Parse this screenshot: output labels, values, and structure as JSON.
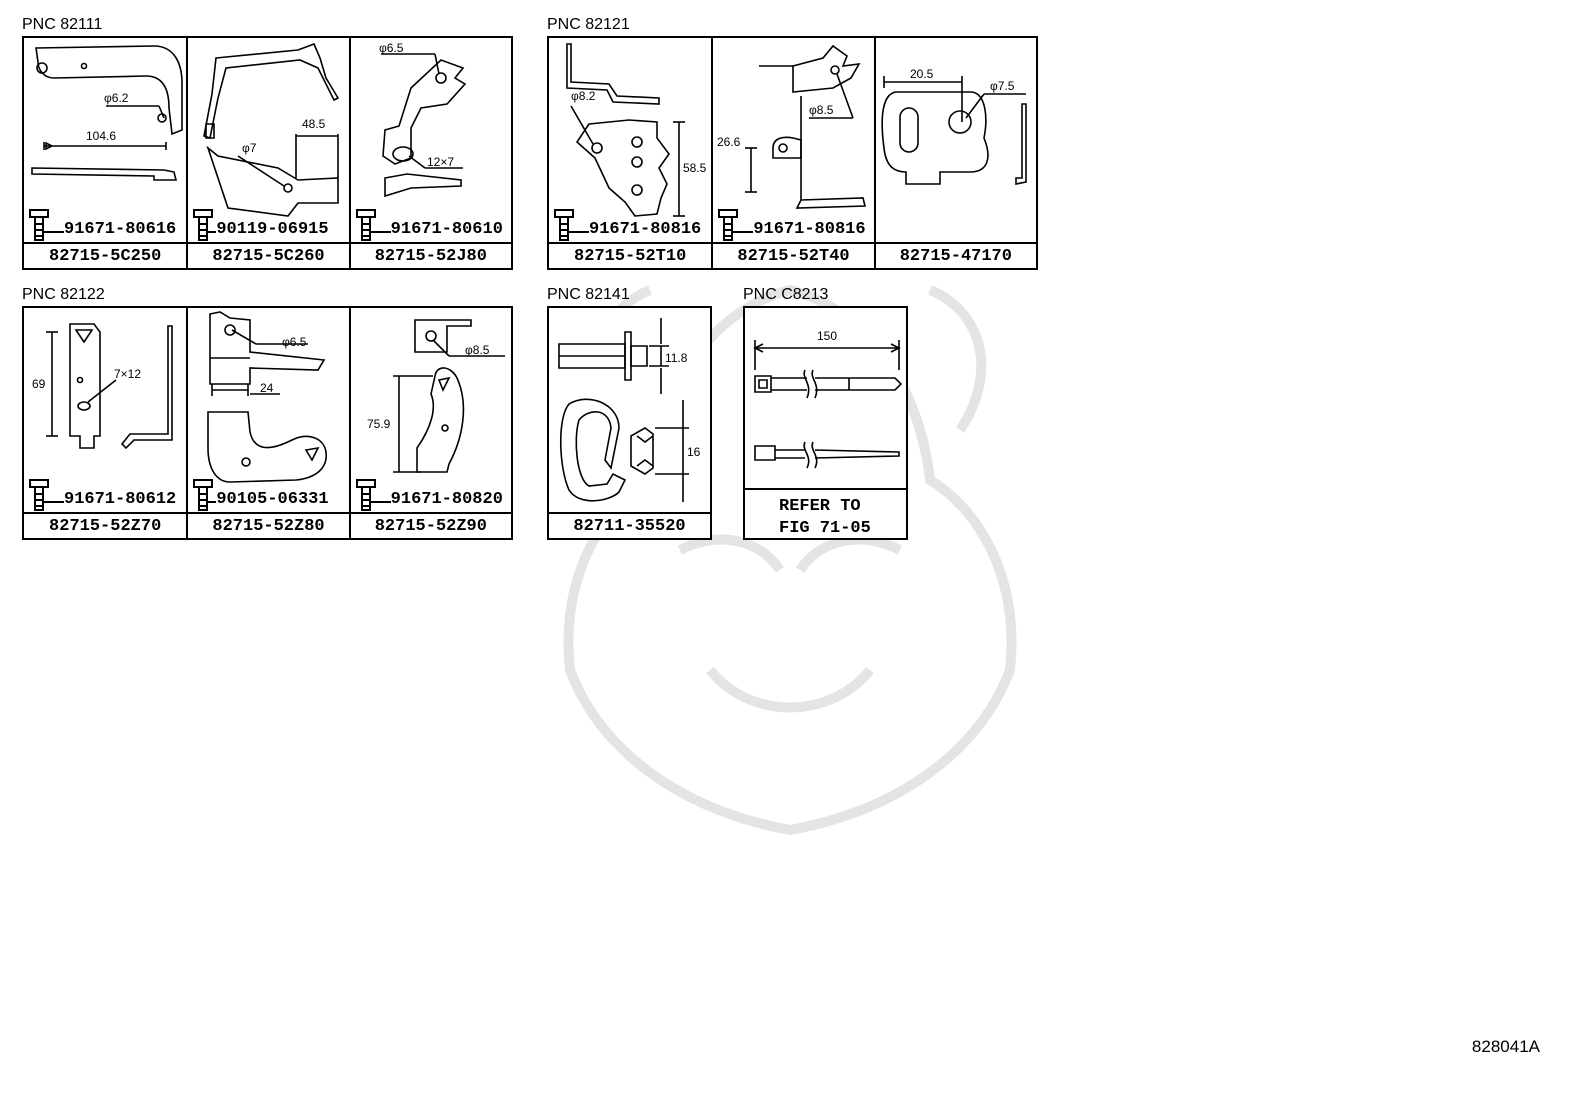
{
  "groups": [
    {
      "pnc": "PNC 82111",
      "cells": [
        {
          "part": "82715-5C250",
          "bolt": "91671-80616",
          "dims": [
            "φ6.2",
            "104.6"
          ]
        },
        {
          "part": "82715-5C260",
          "bolt": "90119-06915",
          "dims": [
            "φ7",
            "48.5"
          ]
        },
        {
          "part": "82715-52J80",
          "bolt": "91671-80610",
          "dims": [
            "φ6.5",
            "12×7"
          ]
        }
      ]
    },
    {
      "pnc": "PNC 82121",
      "cells": [
        {
          "part": "82715-52T10",
          "bolt": "91671-80816",
          "dims": [
            "φ8.2",
            "58.5"
          ]
        },
        {
          "part": "82715-52T40",
          "bolt": "91671-80816",
          "dims": [
            "φ8.5",
            "26.6"
          ]
        },
        {
          "part": "82715-47170",
          "bolt": "",
          "dims": [
            "20.5",
            "φ7.5"
          ]
        }
      ]
    },
    {
      "pnc": "PNC 82122",
      "cells": [
        {
          "part": "82715-52Z70",
          "bolt": "91671-80612",
          "dims": [
            "69",
            "7×12"
          ]
        },
        {
          "part": "82715-52Z80",
          "bolt": "90105-06331",
          "dims": [
            "φ6.5",
            "24"
          ]
        },
        {
          "part": "82715-52Z90",
          "bolt": "91671-80820",
          "dims": [
            "φ8.5",
            "75.9"
          ]
        }
      ]
    },
    {
      "pnc": "PNC 82141",
      "cells": [
        {
          "part": "82711-35520",
          "bolt": "",
          "dims": [
            "11.8",
            "16"
          ]
        }
      ]
    },
    {
      "pnc": "PNC C8213",
      "cells": [
        {
          "refer_line1": "REFER TO",
          "refer_line2": "FIG 71-05",
          "dims": [
            "150"
          ]
        }
      ]
    }
  ],
  "footer": {
    "code": "828041A"
  },
  "colors": {
    "ink": "#000000",
    "background": "#ffffff",
    "watermark": "#000000"
  }
}
